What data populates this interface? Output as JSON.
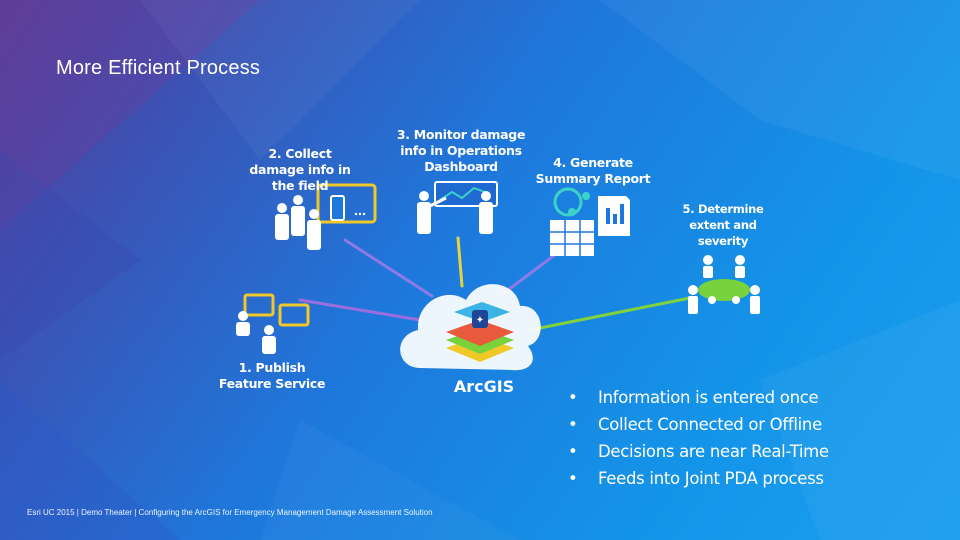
{
  "slide": {
    "title": "More Efficient Process",
    "footer": "Esri UC 2015 | Demo Theater | Configuring the ArcGIS for Emergency Management Damage Assessment Solution"
  },
  "steps": [
    {
      "id": "step1",
      "label": "1. Publish\nFeature Service",
      "icon": "people-computers-icon"
    },
    {
      "id": "step2",
      "label": "2. Collect\ndamage info in\nthe field",
      "icon": "field-workers-devices-icon"
    },
    {
      "id": "step3",
      "label": "3. Monitor damage\ninfo in Operations\nDashboard",
      "icon": "dashboard-presenters-icon"
    },
    {
      "id": "step4",
      "label": "4. Generate\nSummary Report",
      "icon": "report-icon"
    },
    {
      "id": "step5",
      "label": "5. Determine\nextent and\nseverity",
      "icon": "meeting-table-icon"
    }
  ],
  "hub": {
    "label": "ArcGIS",
    "icon": "cloud-map-icon"
  },
  "bullets": [
    "Information is entered once",
    "Collect Connected or Offline",
    "Decisions are near Real-Time",
    "Feeds into Joint PDA process"
  ],
  "bullet_char": "•",
  "colors": {
    "line_purple": "#8c5ad2",
    "line_yellow": "#f5d23c",
    "line_teal": "#3cd2c8",
    "line_green": "#78d23c",
    "icon_white": "#ffffff",
    "icon_yellow": "#f0c828"
  }
}
